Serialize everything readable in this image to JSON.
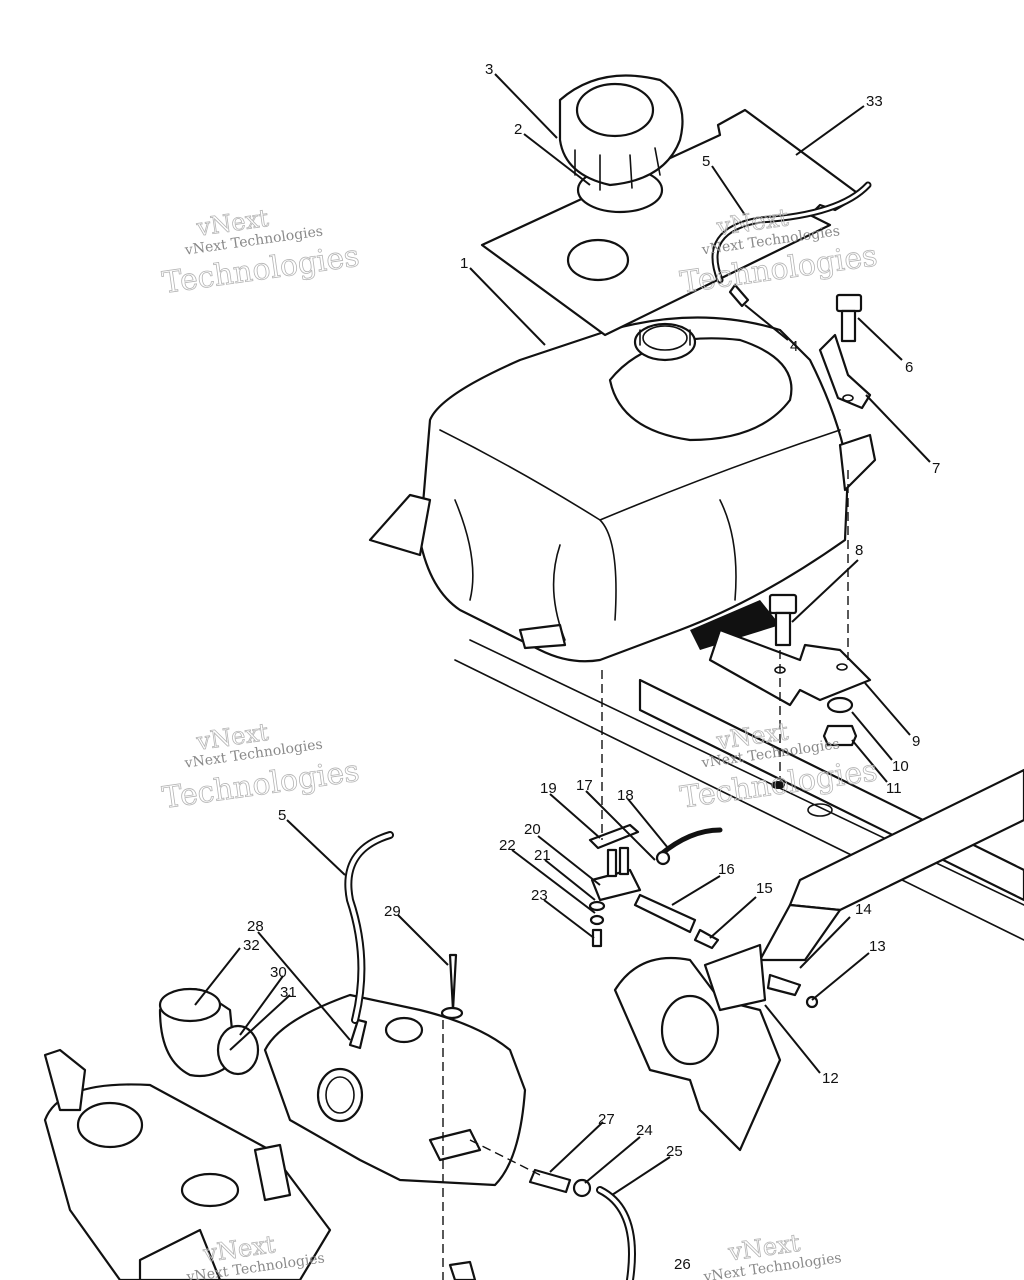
{
  "callouts": [
    "1",
    "2",
    "3",
    "4",
    "5",
    "5",
    "6",
    "7",
    "8",
    "9",
    "10",
    "11",
    "12",
    "13",
    "14",
    "15",
    "16",
    "17",
    "18",
    "19",
    "20",
    "21",
    "22",
    "23",
    "24",
    "25",
    "26",
    "27",
    "28",
    "29",
    "30",
    "31",
    "32",
    "33"
  ],
  "watermark": {
    "brand": "vNext",
    "line": "vNext Technologies",
    "word": "Technologies"
  },
  "colors": {
    "ink": "#111111",
    "paper": "#ffffff",
    "watermark": "#b5b5b5"
  }
}
